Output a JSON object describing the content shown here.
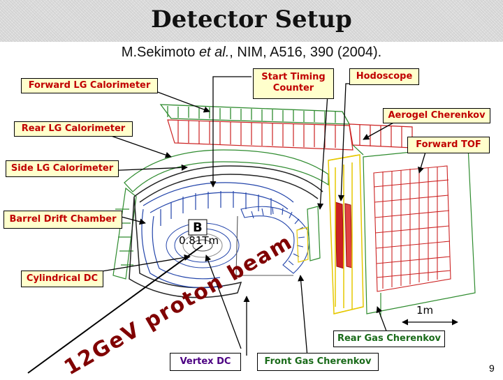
{
  "title": "Detector Setup",
  "citation": {
    "prefix": "M.Sekimoto ",
    "italic": "et al.",
    "suffix": ", NIM, A516, 390 (2004)."
  },
  "labels": {
    "forward_lg": "Forward LG Calorimeter",
    "start_timing_1": "Start Timing",
    "start_timing_2": "Counter",
    "hodoscope": "Hodoscope",
    "aerogel": "Aerogel Cherenkov",
    "rear_lg": "Rear LG Calorimeter",
    "forward_tof": "Forward TOF",
    "side_lg": "Side LG Calorimeter",
    "barrel_dc": "Barrel Drift Chamber",
    "cylindrical_dc": "Cylindrical DC",
    "rear_gas": "Rear Gas Cherenkov",
    "vertex_dc": "Vertex DC",
    "front_gas": "Front Gas Cherenkov"
  },
  "field": {
    "symbol": "B",
    "value": "0.81Tm"
  },
  "scale": "1m",
  "beam": "12GeV proton beam",
  "page_number": "9",
  "colors": {
    "label_red": "#c00000",
    "label_bg": "#ffffcc",
    "label_green": "#1a6b1a",
    "label_purple": "#4b0082",
    "detector_red": "#cc2222",
    "detector_green": "#2e8b2e",
    "detector_yellow": "#e6c800",
    "chamber_blue": "#2244aa",
    "beam_text": "#800000"
  }
}
